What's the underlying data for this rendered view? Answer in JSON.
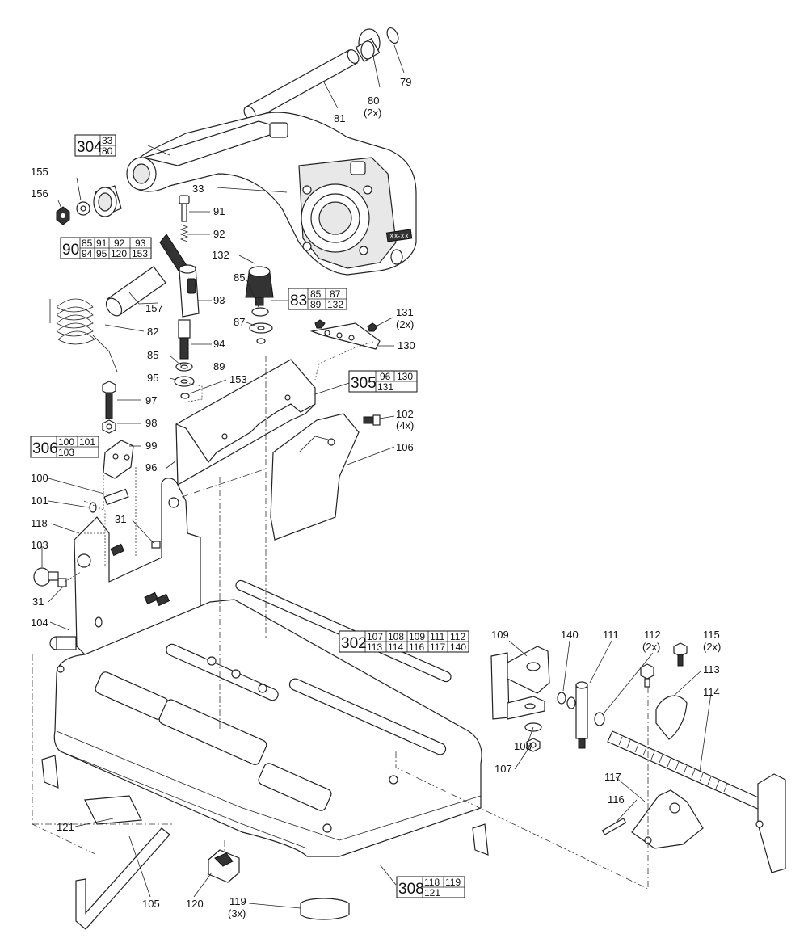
{
  "labels": {
    "l79": "79",
    "l80": "80",
    "l80q": "(2x)",
    "l81": "81",
    "l33": "33",
    "l155": "155",
    "l156": "156",
    "l91": "91",
    "l92": "92",
    "l132": "132",
    "l85a": "85",
    "l87": "87",
    "l89": "89",
    "l157": "157",
    "l93": "93",
    "l82": "82",
    "l94": "94",
    "l85b": "85",
    "l95": "95",
    "l153": "153",
    "l131": "131",
    "l131q": "(2x)",
    "l130": "130",
    "l97": "97",
    "l98": "98",
    "l102": "102",
    "l102q": "(4x)",
    "l106": "106",
    "l99": "99",
    "l96": "96",
    "l100": "100",
    "l101": "101",
    "l31a": "31",
    "l118": "118",
    "l103": "103",
    "l31b": "31",
    "l104": "104",
    "l109": "109",
    "l140": "140",
    "l111": "111",
    "l112": "112",
    "l112q": "(2x)",
    "l115": "115",
    "l115q": "(2x)",
    "l113": "113",
    "l114": "114",
    "l108": "108",
    "l107": "107",
    "l117": "117",
    "l116": "116",
    "l121": "121",
    "l105": "105",
    "l120": "120",
    "l119": "119",
    "l119q": "(3x)"
  },
  "kits": {
    "k304": {
      "id": "304",
      "c": [
        "33",
        "80"
      ]
    },
    "k90": {
      "id": "90",
      "c": [
        "85",
        "91",
        "92",
        "93",
        "94",
        "95",
        "120",
        "153"
      ]
    },
    "k83": {
      "id": "83",
      "c": [
        "85",
        "87",
        "89",
        "132"
      ]
    },
    "k305": {
      "id": "305",
      "c": [
        "96",
        "130",
        "131"
      ]
    },
    "k306": {
      "id": "306",
      "c": [
        "100",
        "101",
        "103"
      ]
    },
    "k302": {
      "id": "302",
      "c": [
        "107",
        "108",
        "109",
        "111",
        "112",
        "113",
        "114",
        "116",
        "117",
        "140"
      ]
    },
    "k308": {
      "id": "308",
      "c": [
        "118",
        "119",
        "121"
      ]
    }
  },
  "decal": "XX-XX"
}
